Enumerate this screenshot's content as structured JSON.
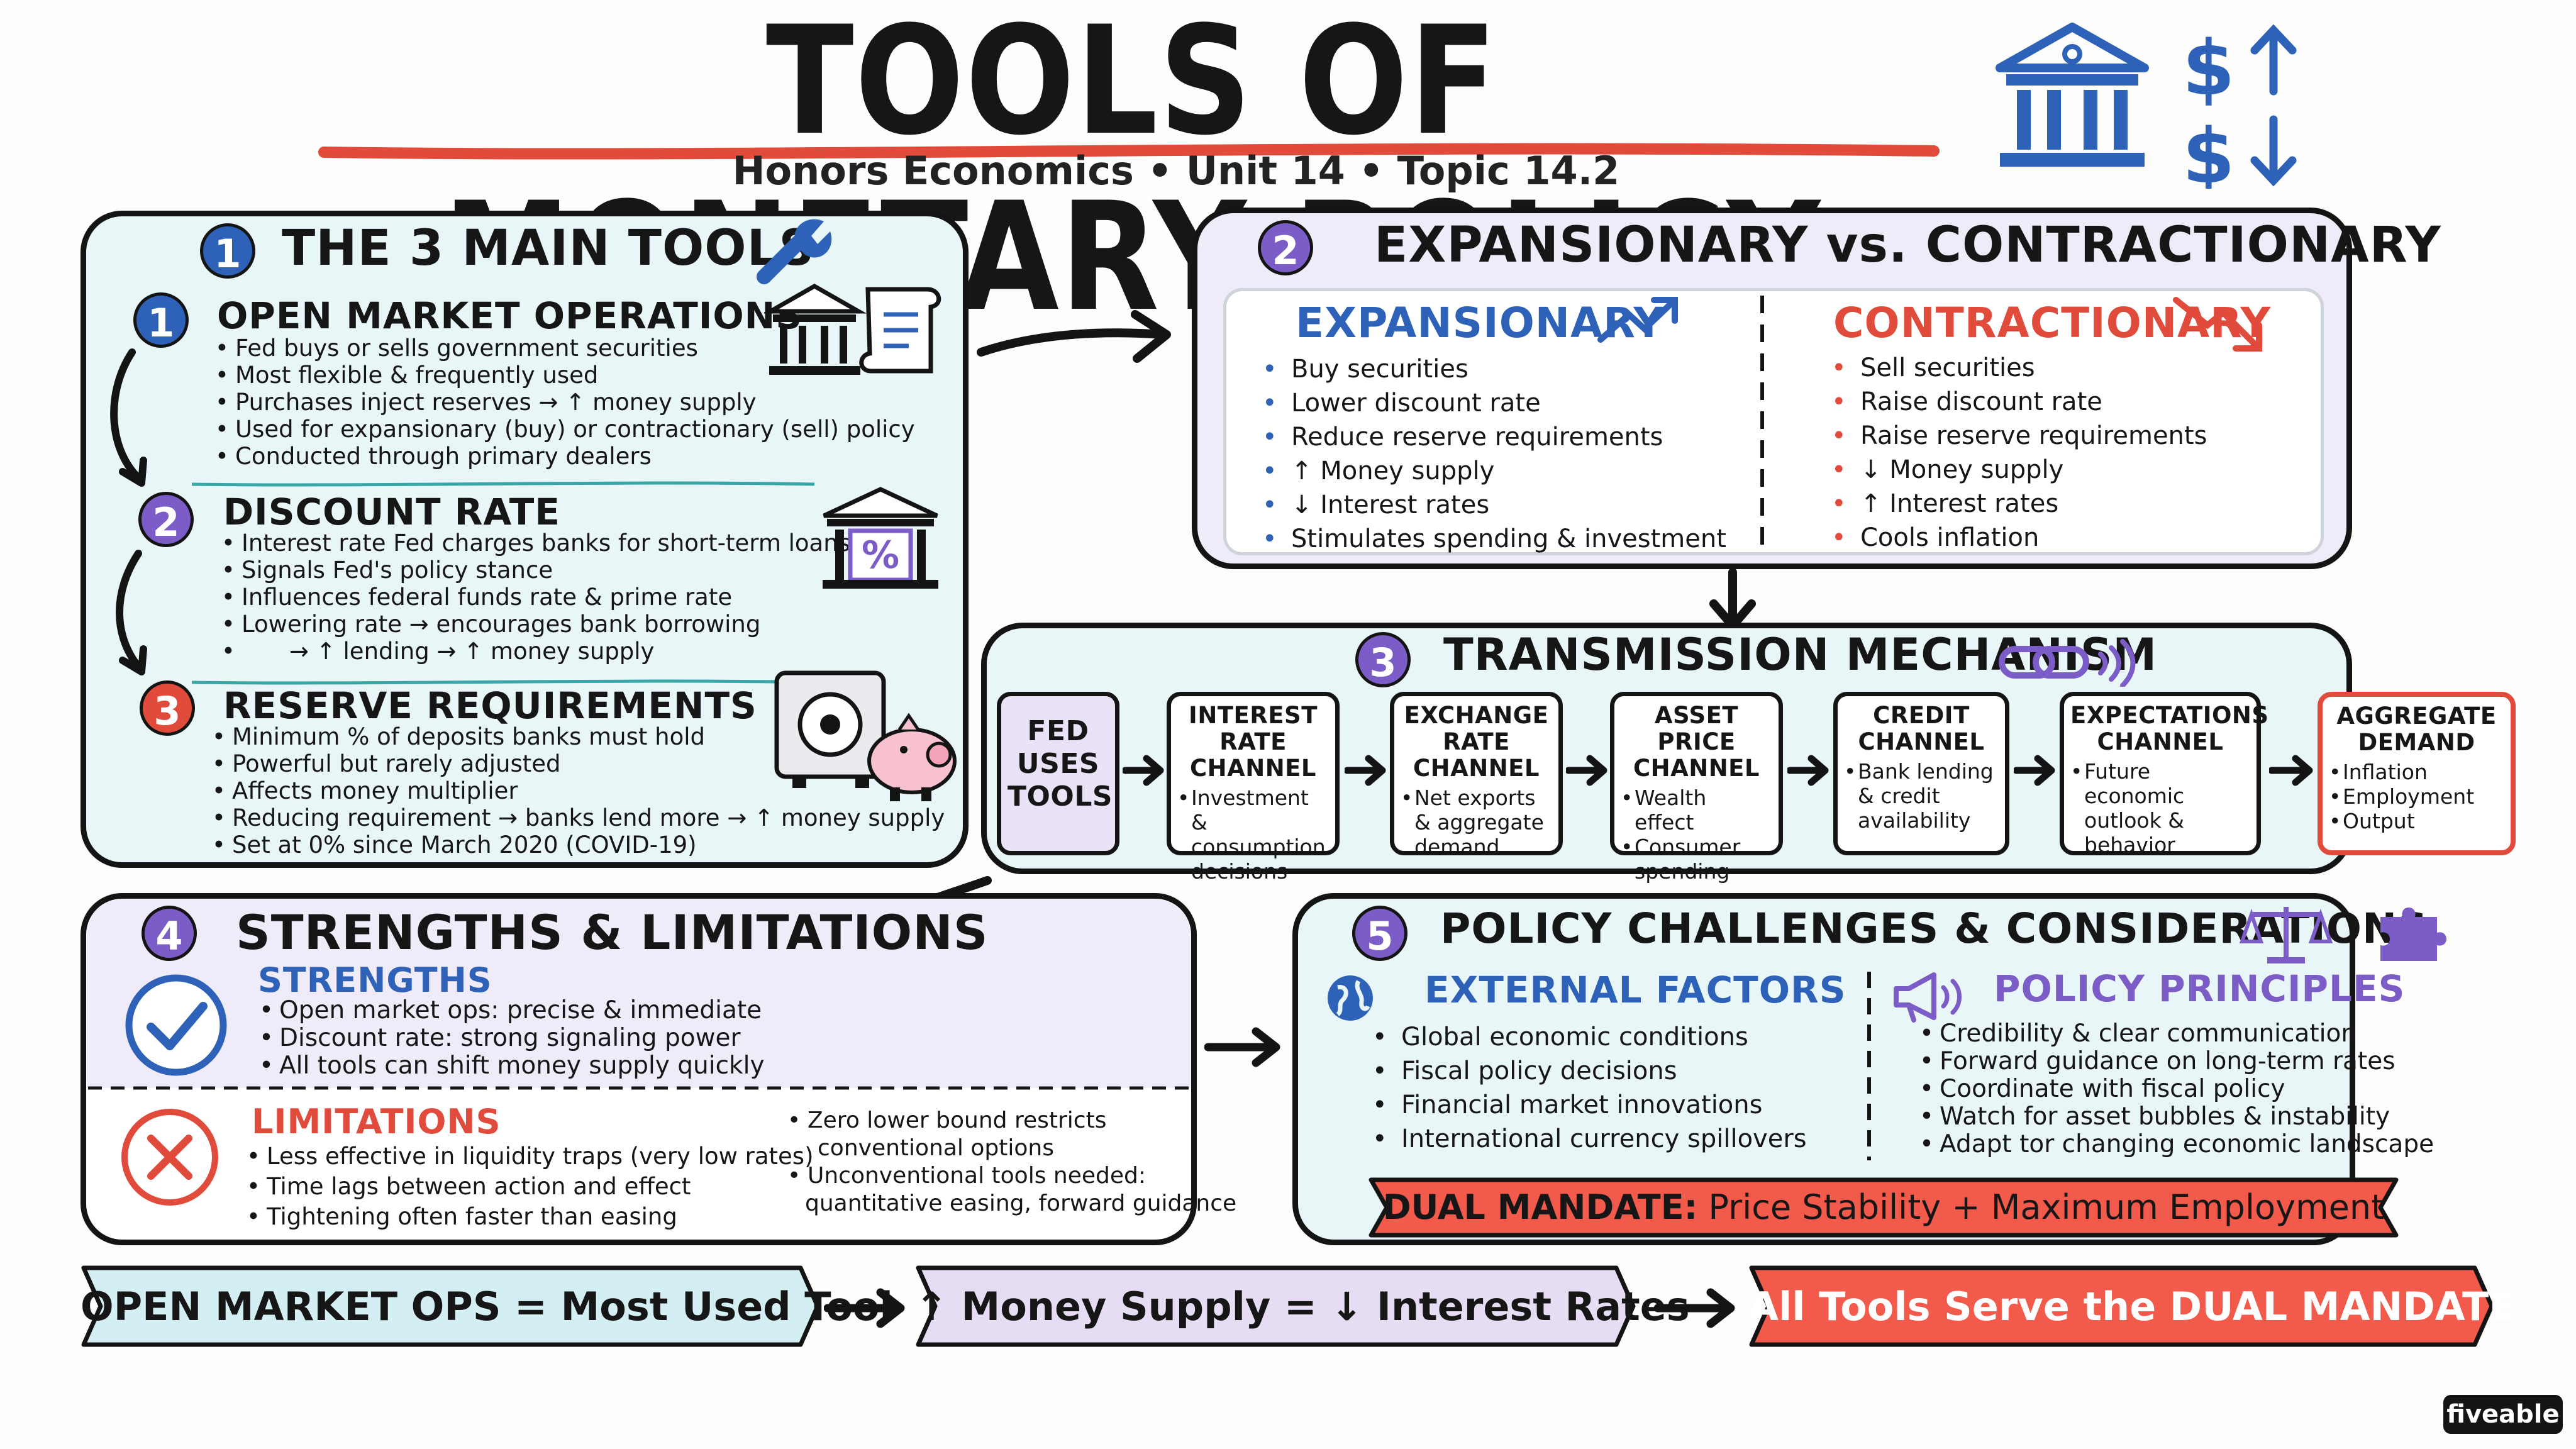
{
  "header": {
    "title": "TOOLS OF MONETARY POLICY",
    "subtitle": "Honors Economics • Unit 14 • Topic 14.2",
    "icons": [
      "bank-icon",
      "dollar-up-icon",
      "dollar-down-icon"
    ]
  },
  "tools": {
    "num": "1",
    "title": "THE 3 MAIN TOOLS",
    "items": [
      {
        "num": "1",
        "title": "OPEN MARKET OPERATIONS",
        "bullets": [
          "Fed buys or sells government securities",
          "Most flexible & frequently used",
          "Purchases inject reserves → ↑ money supply",
          "Used for expansionary (buy) or contractionary (sell) policy",
          "Conducted through primary dealers"
        ]
      },
      {
        "num": "2",
        "title": "DISCOUNT RATE",
        "bullets": [
          "Interest rate Fed charges banks for short-term loans",
          "Signals Fed's policy stance",
          "Influences federal funds rate & prime rate",
          "Lowering rate → encourages bank borrowing",
          "→ ↑ lending → ↑ money supply"
        ]
      },
      {
        "num": "3",
        "title": "RESERVE REQUIREMENTS",
        "bullets": [
          "Minimum % of deposits banks must hold",
          "Powerful but rarely adjusted",
          "Affects money multiplier",
          "Reducing requirement → banks lend more → ↑ money supply",
          "Set at 0% since March 2020 (COVID-19)"
        ]
      }
    ],
    "percent_glyph": "%"
  },
  "compare": {
    "num": "2",
    "title": "EXPANSIONARY vs. CONTRACTIONARY",
    "expansionary": {
      "title": "EXPANSIONARY",
      "bullets": [
        "Buy securities",
        "Lower discount rate",
        "Reduce reserve requirements",
        "↑ Money supply",
        "↓ Interest rates",
        "Stimulates spending & investment"
      ],
      "color": "#2e62b8"
    },
    "contractionary": {
      "title": "CONTRACTIONARY",
      "bullets": [
        "Sell securities",
        "Raise discount rate",
        "Raise reserve requirements",
        "↓ Money supply",
        "↑ Interest rates",
        "Cools inflation"
      ],
      "color": "#e14b3c"
    }
  },
  "transmission": {
    "num": "3",
    "title": "TRANSMISSION MECHANISM",
    "boxes": [
      {
        "title": "FED USES TOOLS",
        "bullets": []
      },
      {
        "title": "INTEREST RATE CHANNEL",
        "bullets": [
          "Investment & consumption decisions"
        ]
      },
      {
        "title": "EXCHANGE RATE CHANNEL",
        "bullets": [
          "Net exports & aggregate demand"
        ]
      },
      {
        "title": "ASSET PRICE CHANNEL",
        "bullets": [
          "Wealth effect",
          "Consumer spending"
        ]
      },
      {
        "title": "CREDIT CHANNEL",
        "bullets": [
          "Bank lending & credit availability"
        ]
      },
      {
        "title": "EXPECTATIONS CHANNEL",
        "bullets": [
          "Future economic outlook & behavior"
        ]
      },
      {
        "title": "AGGREGATE DEMAND",
        "bullets": [
          "Inflation",
          "Employment",
          "Output"
        ]
      }
    ]
  },
  "strengths": {
    "num": "4",
    "title": "STRENGTHS & LIMITATIONS",
    "strengths_title": "STRENGTHS",
    "strengths": [
      "Open market ops: precise & immediate",
      "Discount rate: strong signaling power",
      "All tools can shift money supply quickly"
    ],
    "limitations_title": "LIMITATIONS",
    "limitations_left": [
      "Less effective in liquidity traps (very low rates)",
      "Time lags between action and effect",
      "Tightening often faster than easing"
    ],
    "limitations_right": [
      "Zero lower bound restricts",
      "conventional options",
      "Unconventional tools needed:",
      "quantitative easing, forward guidance"
    ]
  },
  "challenges": {
    "num": "5",
    "title": "POLICY CHALLENGES & CONSIDERATIONS",
    "external_title": "EXTERNAL FACTORS",
    "external": [
      "Global economic conditions",
      "Fiscal policy decisions",
      "Financial market innovations",
      "International currency spillovers"
    ],
    "principles_title": "POLICY PRINCIPLES",
    "principles": [
      "Credibility & clear communication",
      "Forward guidance on long-term rates",
      "Coordinate with fiscal policy",
      "Watch for asset bubbles & instability",
      "Adapt tor changing economic landscape"
    ],
    "mandate_label": "DUAL MANDATE:",
    "mandate_text": "Price Stability + Maximum Employment"
  },
  "banners": [
    "OPEN MARKET OPS = Most Used Tool",
    "↑ Money Supply = ↓ Interest Rates",
    "All Tools Serve the DUAL MANDATE"
  ],
  "brand": "fiveable",
  "colors": {
    "blue": "#2e62b8",
    "purple": "#7c5cc7",
    "red": "#e14b3c",
    "panel_blue": "#e8f6f8",
    "panel_purple": "#f0ebf9",
    "banner_red": "#f25a4b"
  }
}
